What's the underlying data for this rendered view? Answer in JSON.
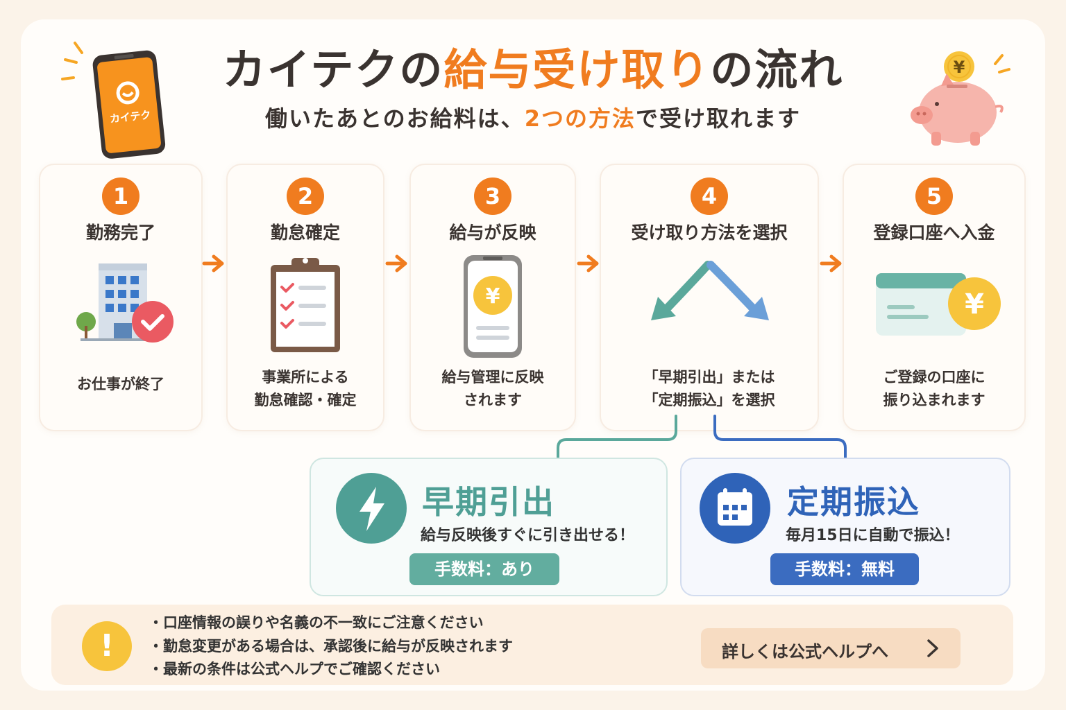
{
  "header": {
    "title_part1": "カイテクの",
    "title_accent": "給与受け取り",
    "title_part2": "の流れ",
    "subtitle_part1": "働いたあとのお給料は、",
    "subtitle_accent": "2つの方法",
    "subtitle_part2": "で受け取れます",
    "app_logo_text": "カイテク"
  },
  "steps": [
    {
      "number": "1",
      "title": "勤務完了",
      "desc_lines": [
        "お仕事が終了"
      ],
      "icon": "office-building-check-icon"
    },
    {
      "number": "2",
      "title": "勤怠確定",
      "desc_lines": [
        "事業所による",
        "勤怠確認・確定"
      ],
      "icon": "clipboard-checklist-icon"
    },
    {
      "number": "3",
      "title": "給与が反映",
      "desc_lines": [
        "給与管理に反映",
        "されます"
      ],
      "icon": "phone-yen-icon"
    },
    {
      "number": "4",
      "title": "受け取り方法を選択",
      "desc_lines": [
        "「早期引出」または",
        "「定期振込」を選択"
      ],
      "icon": "split-arrows-icon"
    },
    {
      "number": "5",
      "title": "登録口座へ入金",
      "desc_lines": [
        "ご登録の口座に",
        "振り込まれます"
      ],
      "icon": "bank-card-yen-icon"
    }
  ],
  "methods": {
    "early": {
      "title": "早期引出",
      "desc": "給与反映後すぐに引き出せる！",
      "fee": "手数料：あり",
      "icon": "lightning-icon"
    },
    "regular": {
      "title": "定期振込",
      "desc": "毎月15日に自動で振込！",
      "fee": "手数料：無料",
      "icon": "calendar-icon"
    }
  },
  "notes": {
    "items": [
      "口座情報の誤りや名義の不一致にご注意ください",
      "勤怠変更がある場合は、承認後に給与が反映されます",
      "最新の条件は公式ヘルプでご確認ください"
    ],
    "help_button": "詳しくは公式ヘルプへ",
    "warn_symbol": "!"
  },
  "colors": {
    "accent_orange": "#f07c1f",
    "early_teal": "#4f9f95",
    "regular_blue": "#2f63b8",
    "warning_yellow": "#f7c43c",
    "background": "#fbf3e9"
  }
}
